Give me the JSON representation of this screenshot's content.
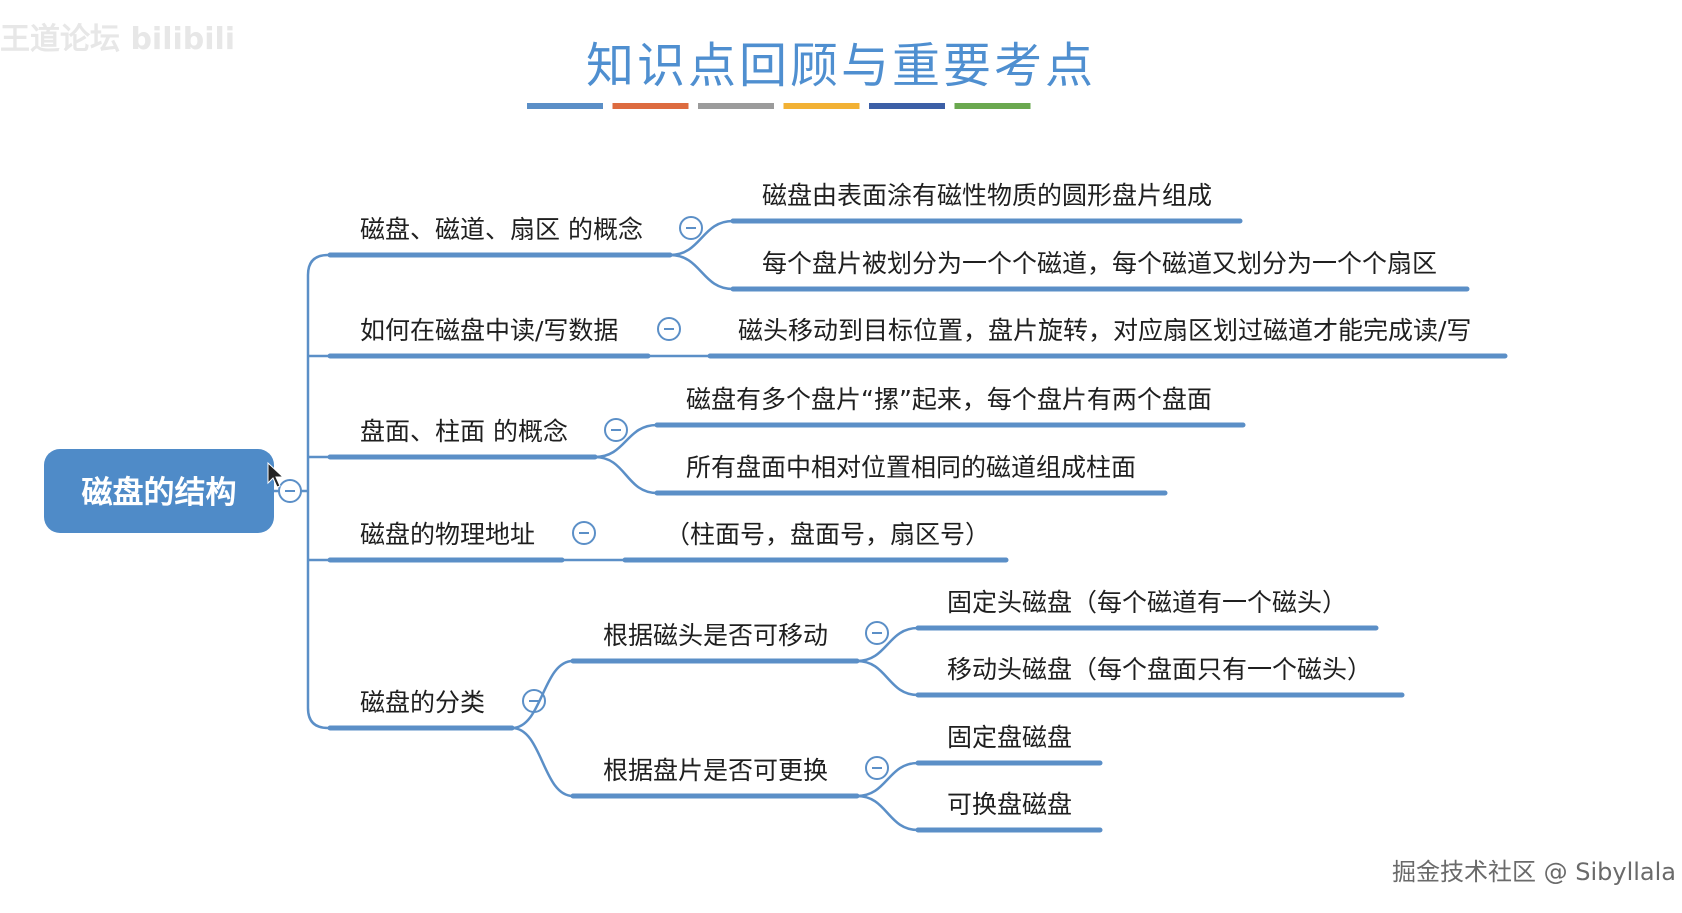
{
  "watermark": "王道论坛 bilibili",
  "title": "知识点回顾与重要考点",
  "title_bar_colors": [
    "#5b8fc7",
    "#dd6b3f",
    "#9b9b9b",
    "#f2b134",
    "#3c5fa6",
    "#6aa84f"
  ],
  "footer_credit": "掘金技术社区 @ Sibyllala",
  "colors": {
    "line": "#5b8fc7",
    "root_fill": "#4f8bc8"
  },
  "mindmap": {
    "root": "磁盘的结构",
    "branches": [
      {
        "label": "磁盘、磁道、扇区 的概念",
        "children": [
          {
            "label": "磁盘由表面涂有磁性物质的圆形盘片组成"
          },
          {
            "label": "每个盘片被划分为一个个磁道，每个磁道又划分为一个个扇区"
          }
        ]
      },
      {
        "label": "如何在磁盘中读/写数据",
        "children": [
          {
            "label": "磁头移动到目标位置，盘片旋转，对应扇区划过磁道才能完成读/写"
          }
        ]
      },
      {
        "label": "盘面、柱面 的概念",
        "children": [
          {
            "label": "磁盘有多个盘片“摞”起来，每个盘片有两个盘面"
          },
          {
            "label": "所有盘面中相对位置相同的磁道组成柱面"
          }
        ]
      },
      {
        "label": "磁盘的物理地址",
        "children": [
          {
            "label": "（柱面号，盘面号，扇区号）"
          }
        ]
      },
      {
        "label": "磁盘的分类",
        "children": [
          {
            "label": "根据磁头是否可移动",
            "children": [
              {
                "label": "固定头磁盘（每个磁道有一个磁头）"
              },
              {
                "label": "移动头磁盘（每个盘面只有一个磁头）"
              }
            ]
          },
          {
            "label": "根据盘片是否可更换",
            "children": [
              {
                "label": "固定盘磁盘"
              },
              {
                "label": "可换盘磁盘"
              }
            ]
          }
        ]
      }
    ]
  }
}
